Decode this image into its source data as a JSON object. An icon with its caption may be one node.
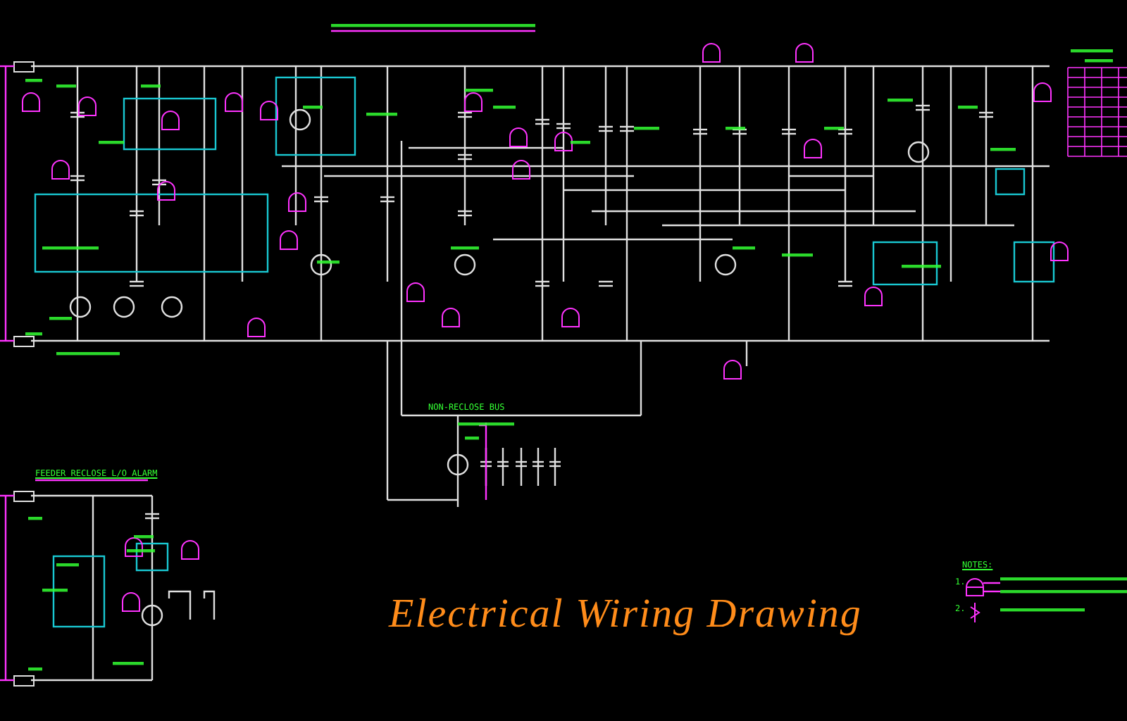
{
  "diagram": {
    "title": "Electrical Wiring Drawing",
    "labels": [
      "FEEDER RECLOSE L/O ALARM",
      "NON-RECLOSE BUS",
      "NOTES:",
      "1.",
      "2."
    ]
  }
}
